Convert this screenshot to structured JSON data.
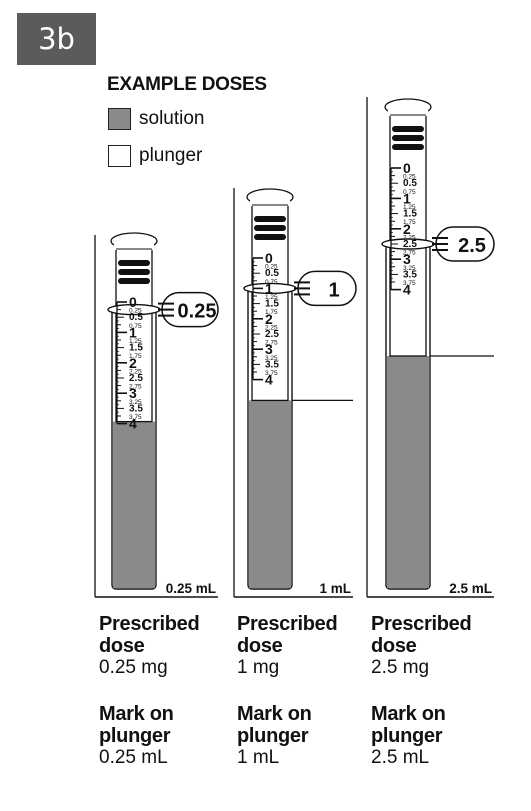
{
  "step_label": "3b",
  "legend": {
    "title": "EXAMPLE DOSES",
    "items": [
      {
        "label": "solution",
        "color": "#8a8a8a"
      },
      {
        "label": "plunger",
        "color": "#ffffff"
      }
    ]
  },
  "scale": {
    "major": [
      "0",
      "1",
      "2",
      "3",
      "4"
    ],
    "half": [
      "0.5",
      "1.5",
      "2.5",
      "3.5"
    ],
    "quarter": [
      "0.25",
      "0.75",
      "1.25",
      "1.75",
      "2.25",
      "2.75",
      "3.25",
      "3.75"
    ]
  },
  "syringes": [
    {
      "dose": 0.25,
      "callout": "0.25",
      "bottom_label": "0.25 mL",
      "prescribed_heading": "Prescribed dose",
      "prescribed_value": "0.25 mg",
      "mark_heading": "Mark on plunger",
      "mark_value": "0.25 mL"
    },
    {
      "dose": 1,
      "callout": "1",
      "bottom_label": "1 mL",
      "prescribed_heading": "Prescribed dose",
      "prescribed_value": "1 mg",
      "mark_heading": "Mark on plunger",
      "mark_value": "1 mL"
    },
    {
      "dose": 2.5,
      "callout": "2.5",
      "bottom_label": "2.5 mL",
      "prescribed_heading": "Prescribed dose",
      "prescribed_value": "2.5 mg",
      "mark_heading": "Mark on plunger",
      "mark_value": "2.5 mL"
    }
  ],
  "colors": {
    "solution": "#8a8a8a",
    "badge": "#5b5b5b",
    "ink": "#111111"
  }
}
